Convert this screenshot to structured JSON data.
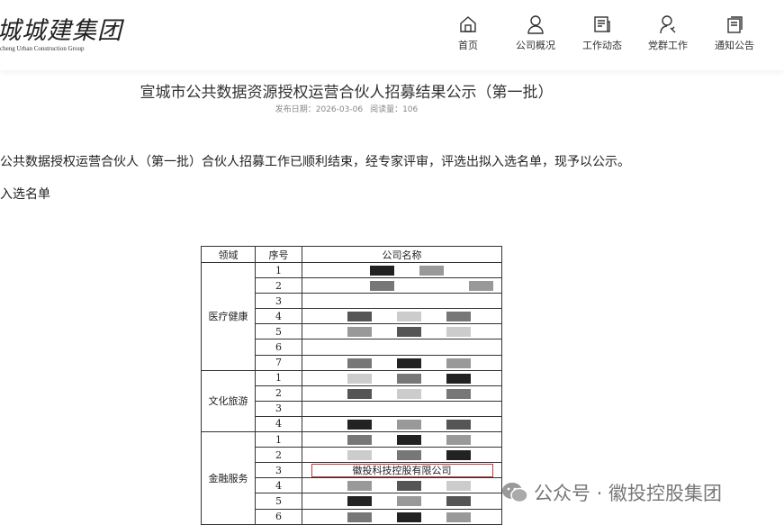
{
  "header": {
    "logo_cn": "城城建集团",
    "logo_en": "cheng Urban Construction Group",
    "nav": [
      {
        "label": "首页",
        "icon": "home-icon"
      },
      {
        "label": "公司概况",
        "icon": "user-icon"
      },
      {
        "label": "工作动态",
        "icon": "news-icon"
      },
      {
        "label": "党群工作",
        "icon": "party-user-icon"
      },
      {
        "label": "通知公告",
        "icon": "notice-icon"
      }
    ]
  },
  "article": {
    "title": "宣城市公共数据资源授权运营合伙人招募结果公示（第一批）",
    "date_label": "发布日期：2026-03-06",
    "views_label": "阅读量：106",
    "paragraph": "公共数据授权运营合伙人（第一批）合伙人招募工作已顺利结束，经专家评审，评选出拟入选名单，现予以公示。",
    "subheading": "入选名单"
  },
  "table": {
    "headers": [
      "领域",
      "序号",
      "公司名称"
    ],
    "groups": [
      {
        "domain": "医疗健康",
        "rows": [
          "1",
          "2",
          "3",
          "4",
          "5",
          "6",
          "7"
        ]
      },
      {
        "domain": "文化旅游",
        "rows": [
          "1",
          "2",
          "3",
          "4"
        ]
      },
      {
        "domain": "金融服务",
        "rows": [
          "1",
          "2",
          "3",
          "4",
          "5",
          "6"
        ]
      }
    ],
    "highlighted_company": "徽投科技控股有限公司"
  },
  "watermark": "公众号 · 徽投控股集团",
  "colors": {
    "highlight_border": "#c0393b"
  }
}
